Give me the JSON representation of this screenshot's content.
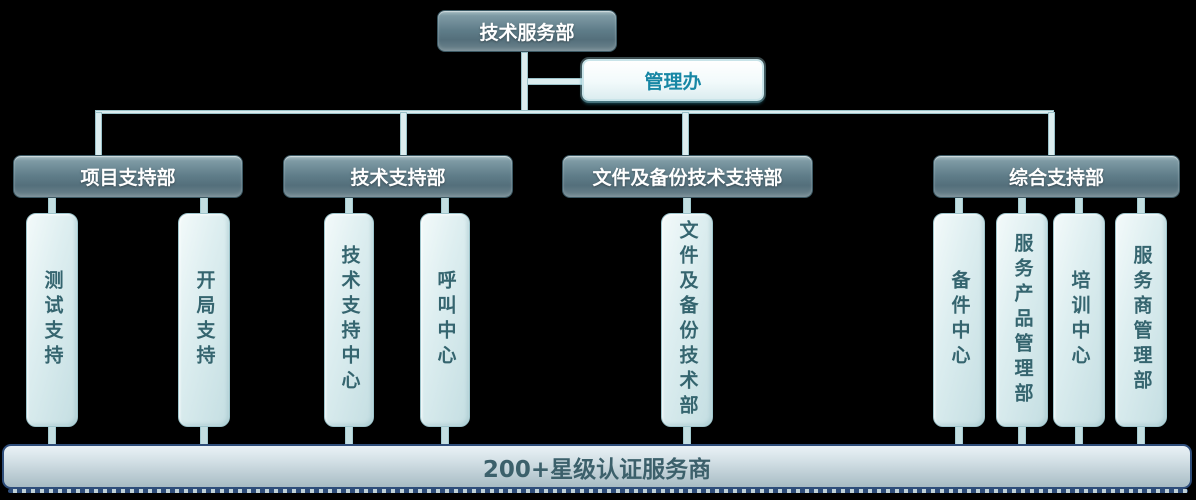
{
  "chart": {
    "root": {
      "label": "技术服务部"
    },
    "assistant": {
      "label": "管理办"
    },
    "departments": [
      {
        "label": "项目支持部",
        "children": [
          {
            "label": "测试支持"
          },
          {
            "label": "开局支持"
          }
        ]
      },
      {
        "label": "技术支持部",
        "children": [
          {
            "label": "技术支持中心"
          },
          {
            "label": "呼叫中心"
          }
        ]
      },
      {
        "label": "文件及备份技术支持部",
        "children": [
          {
            "label": "文件及备份技术部"
          }
        ]
      },
      {
        "label": "综合支持部",
        "children": [
          {
            "label": "备件中心"
          },
          {
            "label": "服务产品管理部"
          },
          {
            "label": "培训中心"
          },
          {
            "label": "服务商管理部"
          }
        ]
      }
    ],
    "footer": {
      "label": "200+星级认证服务商"
    }
  },
  "colors": {
    "background": "#000000",
    "dark_box_gradient_mid": "#5f7d89",
    "dark_box_border": "#3c5964",
    "assistant_text": "#1787a5",
    "vertical_box_text": "#35656f",
    "vertical_box_fill": "#ddeef0",
    "connector_fill": "#dcedef",
    "footer_border_navy": "#2e4d7a",
    "footer_text": "#3c606b"
  }
}
